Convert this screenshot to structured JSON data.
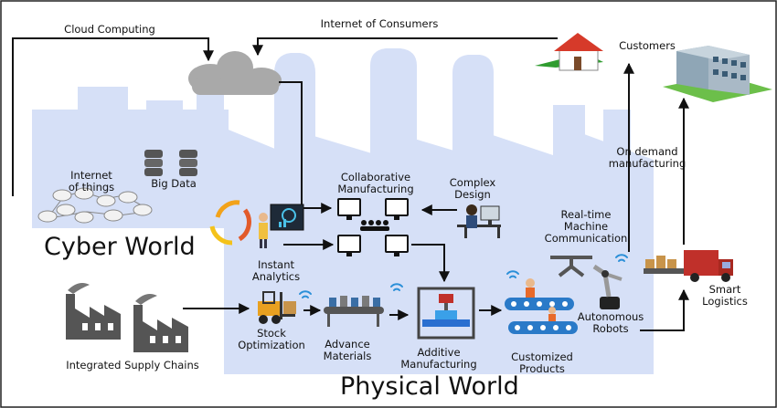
{
  "labels": {
    "cloud_computing": "Cloud Computing",
    "internet_of_consumers": "Internet of Consumers",
    "customers": "Customers",
    "internet_of_things": "Internet\nof things",
    "big_data": "Big Data",
    "cyber_world": "Cyber World",
    "collaborative_manufacturing": "Collaborative\nManufacturing",
    "complex_design": "Complex\nDesign",
    "realtime_communication": "Real-time\nMachine\nCommunication",
    "on_demand_manufacturing": "On demand\nmanufacturing",
    "smart_logistics": "Smart\nLogistics",
    "instant_analytics": "Instant\nAnalytics",
    "integrated_supply_chains": "Integrated Supply Chains",
    "stock_optimization": "Stock\nOptimization",
    "advance_materials": "Advance\nMaterials",
    "additive_manufacturing": "Additive\nManufacturing",
    "customized_products": "Customized\nProducts",
    "autonomous_robots": "Autonomous\nRobots",
    "physical_world": "Physical World"
  },
  "colors": {
    "factory_background": "#d6e0f7",
    "arrow": "#111111",
    "cloud": "#a9a9a9",
    "wifi": "#2a8fd8"
  }
}
